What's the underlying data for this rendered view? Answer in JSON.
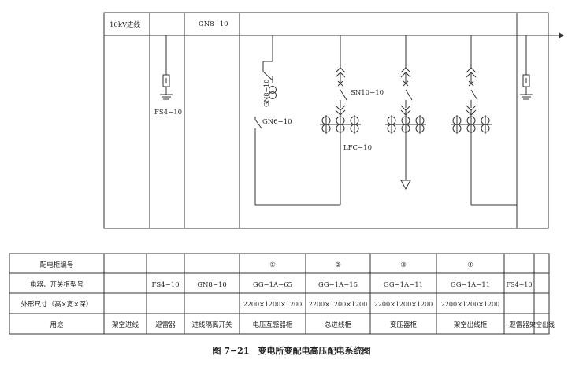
{
  "diagram": {
    "top_labels": [
      "10kV进线",
      "GN8−10"
    ],
    "component_labels": {
      "fs4_left": "FS4−10",
      "gn8_vertical": "GN8−10",
      "gn6": "GN6−10",
      "sn10": "SN10−10",
      "lfc": "LFC−10"
    }
  },
  "table": {
    "rows": [
      {
        "label": "配电柜编号",
        "cells": [
          "",
          "",
          "",
          "①",
          "②",
          "③",
          "④",
          "",
          ""
        ]
      },
      {
        "label": "电器、开关柜型号",
        "cells": [
          "",
          "FS4−10",
          "GN8−10",
          "GG−1A−65",
          "GG−1A−15",
          "GG−1A−11",
          "GG−1A−11",
          "FS4−10",
          ""
        ]
      },
      {
        "label": "外形尺寸（高×宽×深）",
        "cells": [
          "",
          "",
          "",
          "2200×1200×1200",
          "2200×1200×1200",
          "2200×1200×1200",
          "2200×1200×1200",
          "",
          ""
        ]
      },
      {
        "label": "用途",
        "cells": [
          "架空进线",
          "避雷器",
          "进线隔离开关",
          "电压互感器柜",
          "总进线柜",
          "变压器柜",
          "架空出线柜",
          "避雷器",
          "架空出线"
        ]
      }
    ]
  },
  "caption": "图 7−21　变电所变配电高压配电系统图"
}
